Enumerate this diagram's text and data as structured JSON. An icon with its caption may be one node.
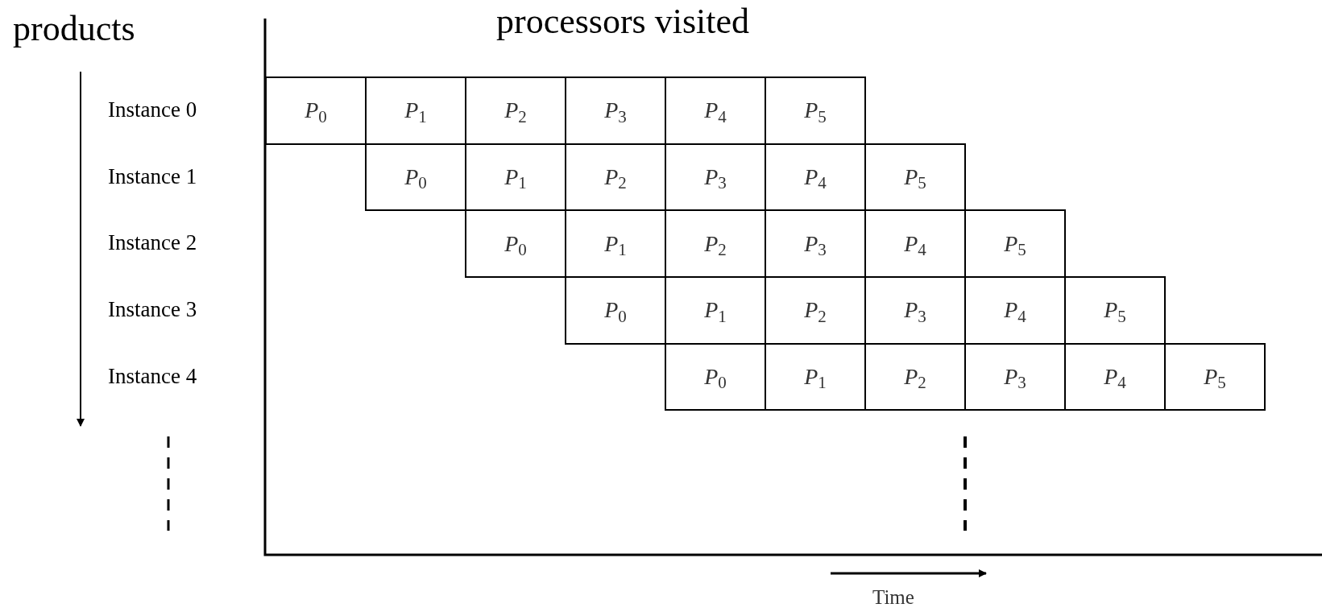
{
  "diagram": {
    "title": "processors visited",
    "labels": [
      "products",
      "Instance 0",
      "*P*$_{0}$",
      "*P*$_{1}$",
      "*P*$_{2}$",
      "*P*$_{3}$",
      "*P*$_{4}$",
      "*P*$_{5}$",
      "Instance 1",
      "*P*$_{0}$",
      "*P*$_{1}$",
      "*P*$_{2}$",
      "*P*$_{3}$",
      "*P*$_{4}$",
      "*P*$_{5}$",
      "Instance 2",
      "*P*$_{0}$",
      "*P*$_{1}$",
      "*P*$_{2}$",
      "*P*$_{3}$",
      "*P*$_{4}$",
      "*P*$_{5}$",
      "Instance 3",
      "*P*$_{0}$",
      "*P*$_{1}$",
      "*P*$_{2}$",
      "*P*$_{3}$",
      "*P*$_{4}$",
      "*P*$_{5}$",
      "Instance 4",
      "*P*$_{0}$",
      "*P*$_{1}$",
      "*P*$_{2}$",
      "*P*$_{3}$",
      "*P*$_{4}$",
      "*P*$_{5}$",
      "Time"
    ]
  }
}
